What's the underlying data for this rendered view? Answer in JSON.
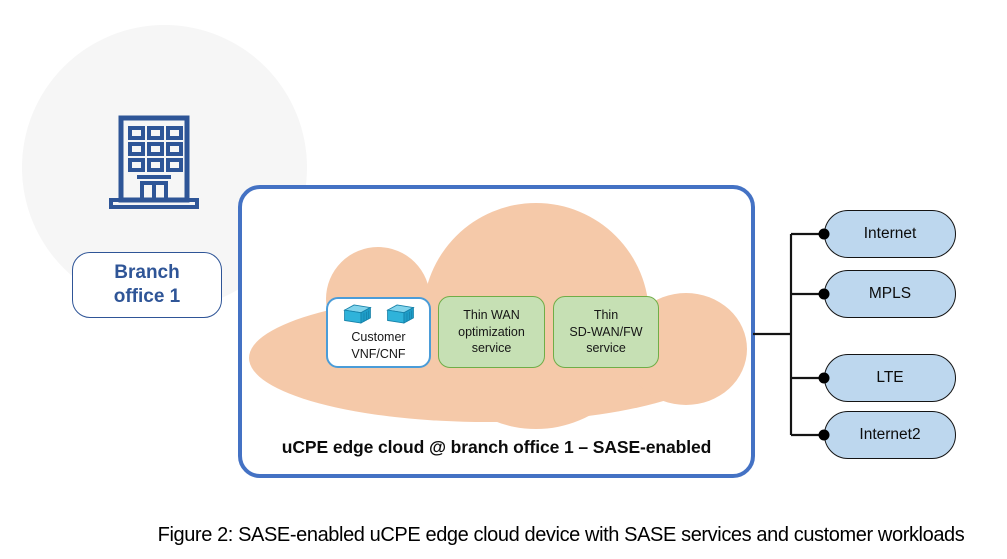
{
  "colors": {
    "diagram-blue": "#4472C4",
    "text-blue": "#2F5597",
    "cloud-peach": "#F5C9A9",
    "service-green": "#C6E0B4",
    "service-green-border": "#70AD47",
    "pill-blue": "#BDD7EE",
    "vnf-box-border": "#4A9CD8",
    "line-black": "#141414",
    "circle-gray": "#F6F6F6"
  },
  "branch_site": {
    "icon": "office-building-icon",
    "label_lines": [
      "Branch",
      "office 1"
    ]
  },
  "ucpe_box": {
    "caption": "uCPE edge cloud @ branch office 1 – SASE-enabled",
    "services": [
      {
        "id": "customer-vnf-cnf",
        "icon": "vm-cube-icon",
        "lines": [
          "Customer",
          "VNF/CNF"
        ]
      },
      {
        "id": "thin-wan-optimization-service",
        "lines": [
          "Thin WAN",
          "optimization",
          "service"
        ]
      },
      {
        "id": "thin-sdwan-fw-service",
        "lines": [
          "Thin",
          "SD-WAN/FW",
          "service"
        ]
      }
    ]
  },
  "wan_links": [
    "Internet",
    "MPLS",
    "LTE",
    "Internet2"
  ],
  "figure_caption": "Figure 2: SASE-enabled uCPE edge cloud device with SASE services and customer workloads"
}
